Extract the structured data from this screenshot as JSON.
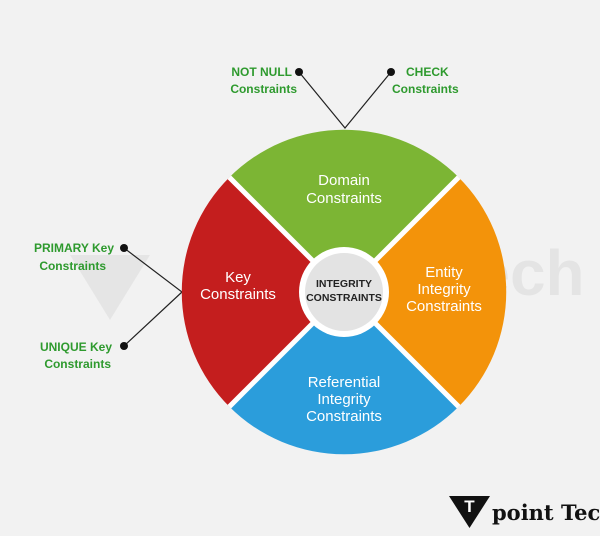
{
  "colors": {
    "domain": "#7cb534",
    "entity": "#f3930a",
    "referential": "#2b9ddb",
    "key": "#c41e1e",
    "center": "#e3e3e3",
    "callout_text": "#2e9a2e",
    "background": "#f2f2f2"
  },
  "center": {
    "line1": "INTEGRITY",
    "line2": "CONSTRAINTS"
  },
  "segments": {
    "domain": {
      "line1": "Domain",
      "line2": "Constraints"
    },
    "entity": {
      "line1": "Entity",
      "line2": "Integrity",
      "line3": "Constraints"
    },
    "referential": {
      "line1": "Referential",
      "line2": "Integrity",
      "line3": "Constraints"
    },
    "key": {
      "line1": "Key",
      "line2": "Constraints"
    }
  },
  "callouts": {
    "not_null": {
      "line1": "NOT NULL",
      "line2": "Constraints"
    },
    "check": {
      "line1": "CHECK",
      "line2": "Constraints"
    },
    "primary_key": {
      "line1": "PRIMARY Key",
      "line2": "Constraints"
    },
    "unique_key": {
      "line1": "UNIQUE Key",
      "line2": "Constraints"
    }
  },
  "brand": {
    "letter": "T",
    "name": "point Tech",
    "icon": "tpoint-logo-icon"
  }
}
